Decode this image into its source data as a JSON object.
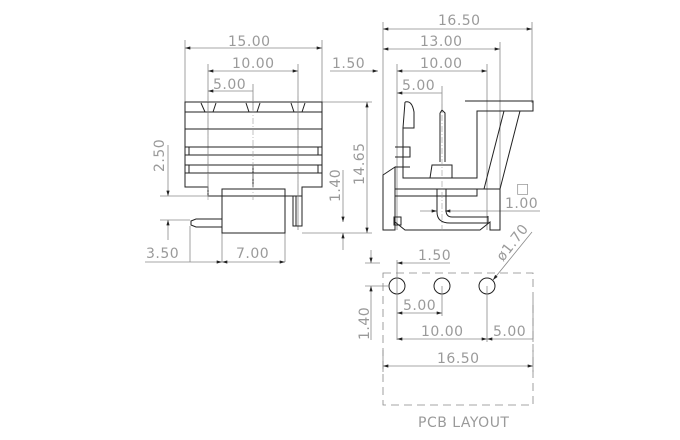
{
  "front_view": {
    "dims": {
      "width_total": "15.00",
      "pitch_double": "10.00",
      "pitch": "5.00",
      "offset": "1.50",
      "height_total": "14.65",
      "pin_height": "1.40",
      "step": "2.50",
      "pin_tail": "3.50",
      "housing_depth": "7.00"
    }
  },
  "side_view": {
    "dims": {
      "overall": "16.50",
      "body": "13.00",
      "pitch_double": "10.00",
      "pitch": "5.00",
      "pin_square": "1.00"
    },
    "square_symbol": "□"
  },
  "pcb_layout": {
    "title": "PCB LAYOUT",
    "dims": {
      "hole_diameter": "ø1.70",
      "offset_x": "1.50",
      "offset_y": "1.40",
      "pitch": "5.00",
      "pitch_double": "10.00",
      "edge": "5.00",
      "overall": "16.50"
    }
  }
}
